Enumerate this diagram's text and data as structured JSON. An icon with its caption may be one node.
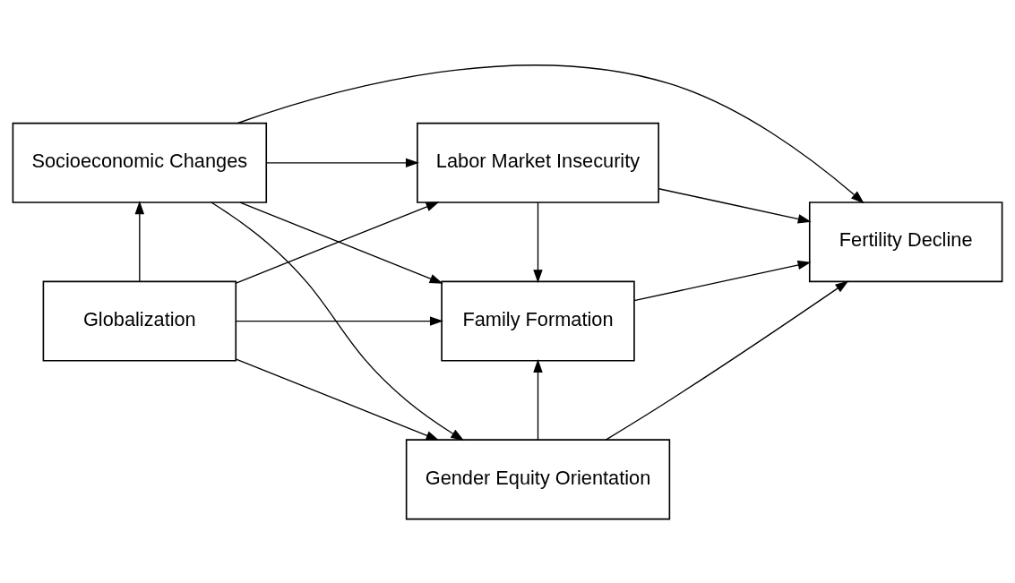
{
  "diagram": {
    "nodes": [
      {
        "text": [
          "Socioeconomic Changes"
        ]
      },
      {
        "text": [
          "Labor Market Insecurity"
        ]
      },
      {
        "text": [
          "Family Formation"
        ]
      },
      {
        "text": [
          "Fertility Decline"
        ]
      },
      {
        "text": [
          "Globalization"
        ]
      },
      {
        "text": [
          "Gender Equity Orientation"
        ]
      }
    ],
    "edges": [
      {
        "from": 0,
        "to": 1,
        "arrow": "to"
      },
      {
        "from": 0,
        "to": 3,
        "arrow": "to"
      },
      {
        "from": 0,
        "to": 2,
        "arrow": "to"
      },
      {
        "from": 0,
        "to": 5,
        "arrow": "to"
      },
      {
        "from": 4,
        "to": 0,
        "arrow": "to"
      },
      {
        "from": 4,
        "to": 1,
        "arrow": "to"
      },
      {
        "from": 4,
        "to": 2,
        "arrow": "to"
      },
      {
        "from": 4,
        "to": 5,
        "arrow": "to"
      },
      {
        "from": 1,
        "to": 2,
        "arrow": "to"
      },
      {
        "from": 1,
        "to": 3,
        "arrow": "to"
      },
      {
        "from": 2,
        "to": 3,
        "arrow": "to"
      },
      {
        "from": 5,
        "to": 2,
        "arrow": "to"
      },
      {
        "from": 5,
        "to": 3,
        "arrow": "to"
      }
    ]
  }
}
